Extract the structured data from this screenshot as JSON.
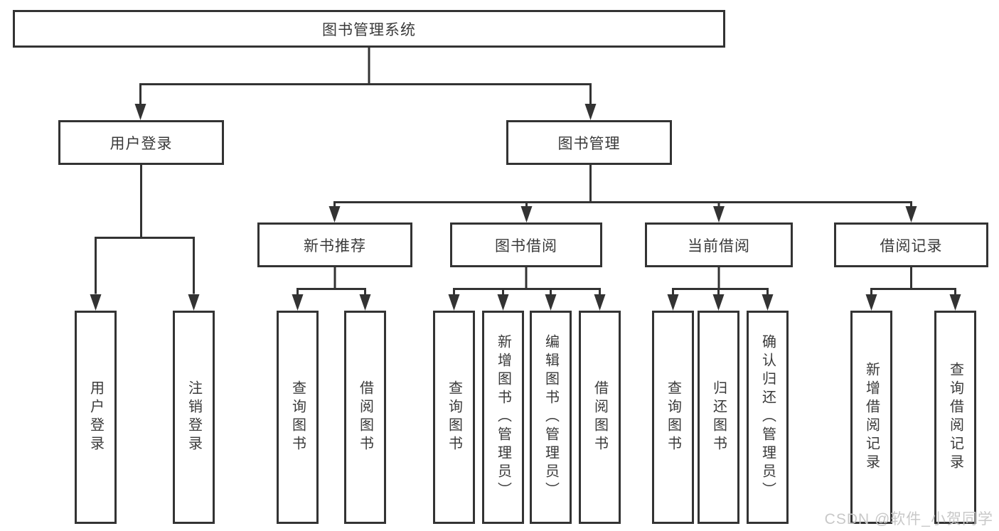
{
  "diagram_type": "hierarchy-structure-chart",
  "tree": {
    "root": {
      "label": "图书管理系统",
      "children": [
        {
          "label": "用户登录",
          "children": [
            {
              "label": "用户登录"
            },
            {
              "label": "注销登录"
            }
          ]
        },
        {
          "label": "图书管理",
          "children": [
            {
              "label": "新书推荐",
              "children": [
                {
                  "label": "查询图书"
                },
                {
                  "label": "借阅图书"
                }
              ]
            },
            {
              "label": "图书借阅",
              "children": [
                {
                  "label": "查询图书"
                },
                {
                  "label": "新增图书（管理员）"
                },
                {
                  "label": "编辑图书（管理员）"
                },
                {
                  "label": "借阅图书"
                }
              ]
            },
            {
              "label": "当前借阅",
              "children": [
                {
                  "label": "查询图书"
                },
                {
                  "label": "归还图书"
                },
                {
                  "label": "确认归还（管理员）"
                }
              ]
            },
            {
              "label": "借阅记录",
              "children": [
                {
                  "label": "新增借阅记录"
                },
                {
                  "label": "查询借阅记录"
                }
              ]
            }
          ]
        }
      ]
    }
  },
  "watermark": {
    "text": "CSDN @软件_小贺同学"
  },
  "colors": {
    "line": "#333333",
    "text": "#3a3a3a",
    "box_background": "#ffffff",
    "page_background": "#ffffff",
    "watermark": "#c8c8c8"
  }
}
